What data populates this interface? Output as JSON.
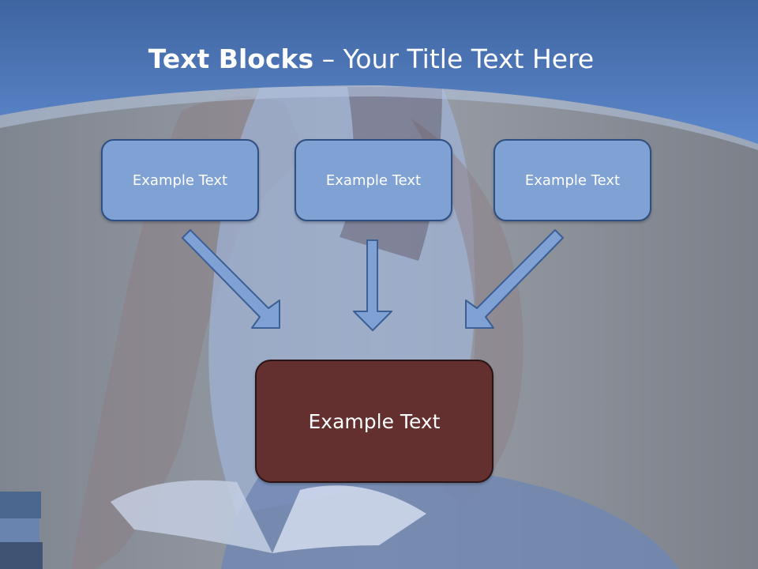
{
  "title": {
    "bold": "Text Blocks",
    "separator": "–",
    "rest": "Your Title Text Here"
  },
  "blocks": {
    "top_left": "Example Text",
    "top_center": "Example Text",
    "top_right": "Example Text",
    "bottom": "Example Text"
  },
  "colors": {
    "header_blue": "#4e78b8",
    "box_blue": "#7fa1d4",
    "box_border": "#2e4f82",
    "main_box": "#632f2f",
    "arrow": "#7fa1d4",
    "background": "#8f959e"
  }
}
